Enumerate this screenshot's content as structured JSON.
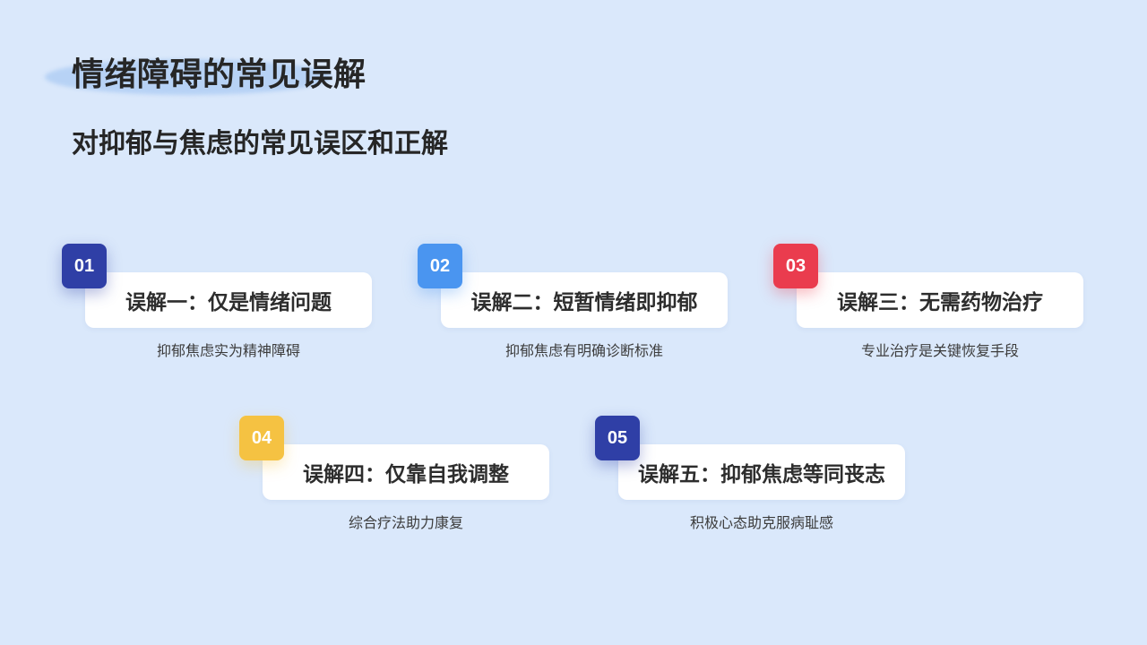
{
  "header": {
    "title": "情绪障碍的常见误解",
    "subtitle": "对抑郁与焦虑的常见误区和正解"
  },
  "items": [
    {
      "number": "01",
      "title": "误解一：仅是情绪问题",
      "description": "抑郁焦虑实为精神障碍",
      "color": "#2f3fa6"
    },
    {
      "number": "02",
      "title": "误解二：短暂情绪即抑郁",
      "description": "抑郁焦虑有明确诊断标准",
      "color": "#4a95f0"
    },
    {
      "number": "03",
      "title": "误解三：无需药物治疗",
      "description": "专业治疗是关键恢复手段",
      "color": "#ea3c4e"
    },
    {
      "number": "04",
      "title": "误解四：仅靠自我调整",
      "description": "综合疗法助力康复",
      "color": "#f5c242"
    },
    {
      "number": "05",
      "title": "误解五：抑郁焦虑等同丧志",
      "description": "积极心态助克服病耻感",
      "color": "#2f3fa6"
    }
  ]
}
